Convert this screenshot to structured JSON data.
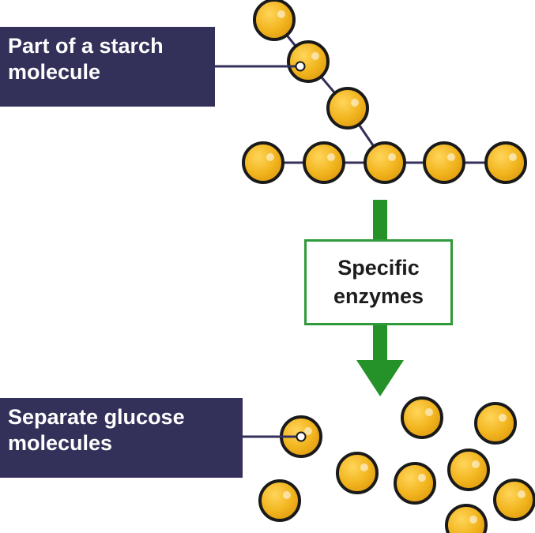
{
  "labels": {
    "starch": [
      "Part of a starch",
      "molecule"
    ],
    "glucose": [
      "Separate glucose",
      "molecules"
    ]
  },
  "enzyme_box": [
    "Specific",
    "enzymes"
  ],
  "colors": {
    "label_bg": "#33305a",
    "molecule_fill": "#f2b51f",
    "molecule_outline": "#1a1a1a",
    "bond": "#33305a",
    "arrow": "#249228",
    "enzyme_border": "#2f9a3a"
  }
}
